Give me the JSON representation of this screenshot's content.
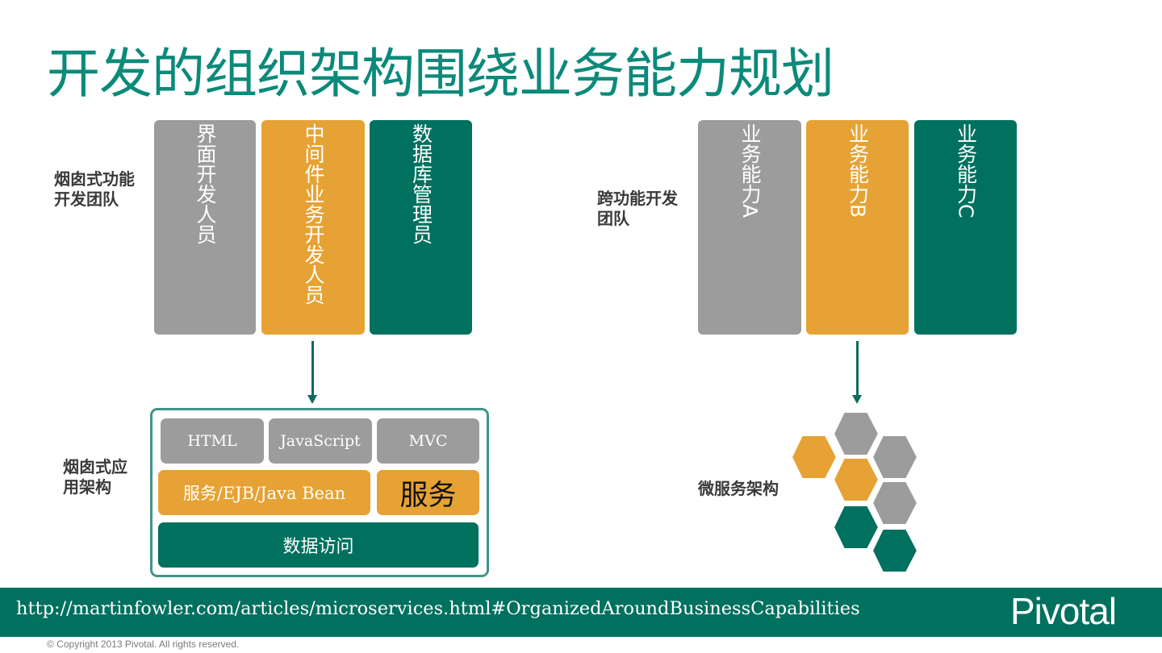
{
  "title": "开发的组织架构围绕业务能力规划",
  "left": {
    "team_label": "烟囱式功能\n开发团队",
    "columns": [
      "界面开发人员",
      "中间件业务开发人员",
      "数据库管理员"
    ],
    "arch_label": "烟囱式应\n用架构",
    "stack": {
      "row1": [
        "HTML",
        "JavaScript",
        "MVC"
      ],
      "row2": [
        "服务/EJB/Java Bean",
        "服务"
      ],
      "row3": "数据访问"
    }
  },
  "right": {
    "team_label": "跨功能开发\n团队",
    "columns": [
      "业务能力A",
      "业务能力B",
      "业务能力C"
    ],
    "arch_label": "微服务架构",
    "hexagons": [
      "orange",
      "gray",
      "gray",
      "orange",
      "gray",
      "teal",
      "teal"
    ]
  },
  "footer": {
    "url": "http://martinfowler.com/articles/microservices.html#OrganizedAroundBusinessCapabilities",
    "logo": "Pivotal"
  },
  "copyright": "© Copyright 2013 Pivotal. All rights reserved.",
  "colors": {
    "gray": "#9c9c9c",
    "orange": "#e6a234",
    "teal": "#00705f",
    "title": "#0b8a7a"
  }
}
